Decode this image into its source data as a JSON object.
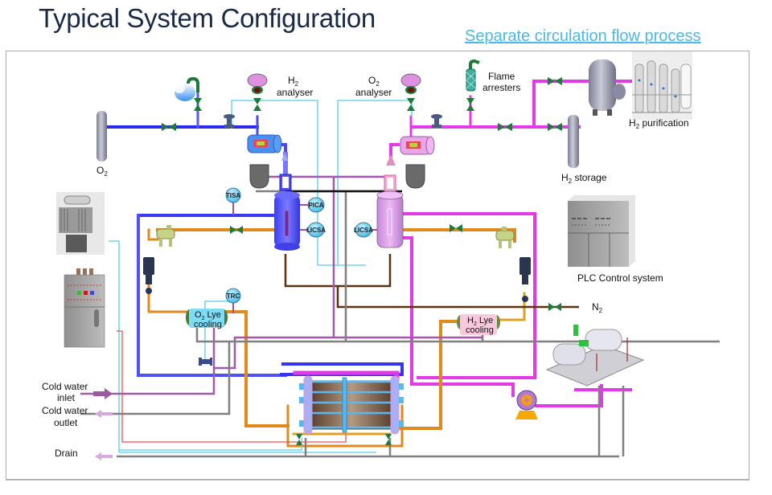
{
  "header": {
    "title": "Typical System Configuration",
    "subtitle_link": "Separate circulation flow process"
  },
  "labels": {
    "h2_analyser_formula": "H",
    "h2_analyser_sub": "2",
    "h2_analyser_text": "analyser",
    "o2_analyser_formula": "O",
    "o2_analyser_sub": "2",
    "o2_analyser_text": "analyser",
    "flame_arresters_line1": "Flame",
    "flame_arresters_line2": "arresters",
    "h2_purification_formula": "H",
    "h2_purification_sub": "2",
    "h2_purification_text": " purification",
    "h2_storage_formula": "H",
    "h2_storage_sub": "2",
    "h2_storage_text": " storage",
    "o2_tank_formula": "O",
    "o2_tank_sub": "2",
    "plc": "PLC Control system",
    "n2_formula": "N",
    "n2_sub": "2",
    "o2_lye_formula": "O",
    "o2_lye_sub": "2",
    "o2_lye_text": " Lye",
    "o2_lye_line2": "cooling",
    "h2_lye_formula": "H",
    "h2_lye_sub": "2",
    "h2_lye_text": " Lye",
    "h2_lye_line2": "cooling",
    "cold_water_inlet_line1": "Cold water",
    "cold_water_inlet_line2": "inlet",
    "cold_water_outlet_line1": "Cold water",
    "cold_water_outlet_line2": "outlet",
    "drain": "Drain"
  },
  "instruments": {
    "tisa": "TISA",
    "pica": "PICA",
    "licsa_o2": "LICSA",
    "licsa_h2": "LICSA",
    "trc": "TRC"
  },
  "colors": {
    "oxygen_line": "#2b2bf0",
    "hydrogen_line": "#e23ae6",
    "lye_line": "#e08a1e",
    "instrument_signal": "#55cfee",
    "nitrogen_line": "#5a3210",
    "cooling_water": "#a05aa8",
    "drain_line": "#777777",
    "power_line": "#f05050",
    "valve": "#1e7a3a",
    "title": "#1b2a44",
    "link": "#4db8e8"
  }
}
